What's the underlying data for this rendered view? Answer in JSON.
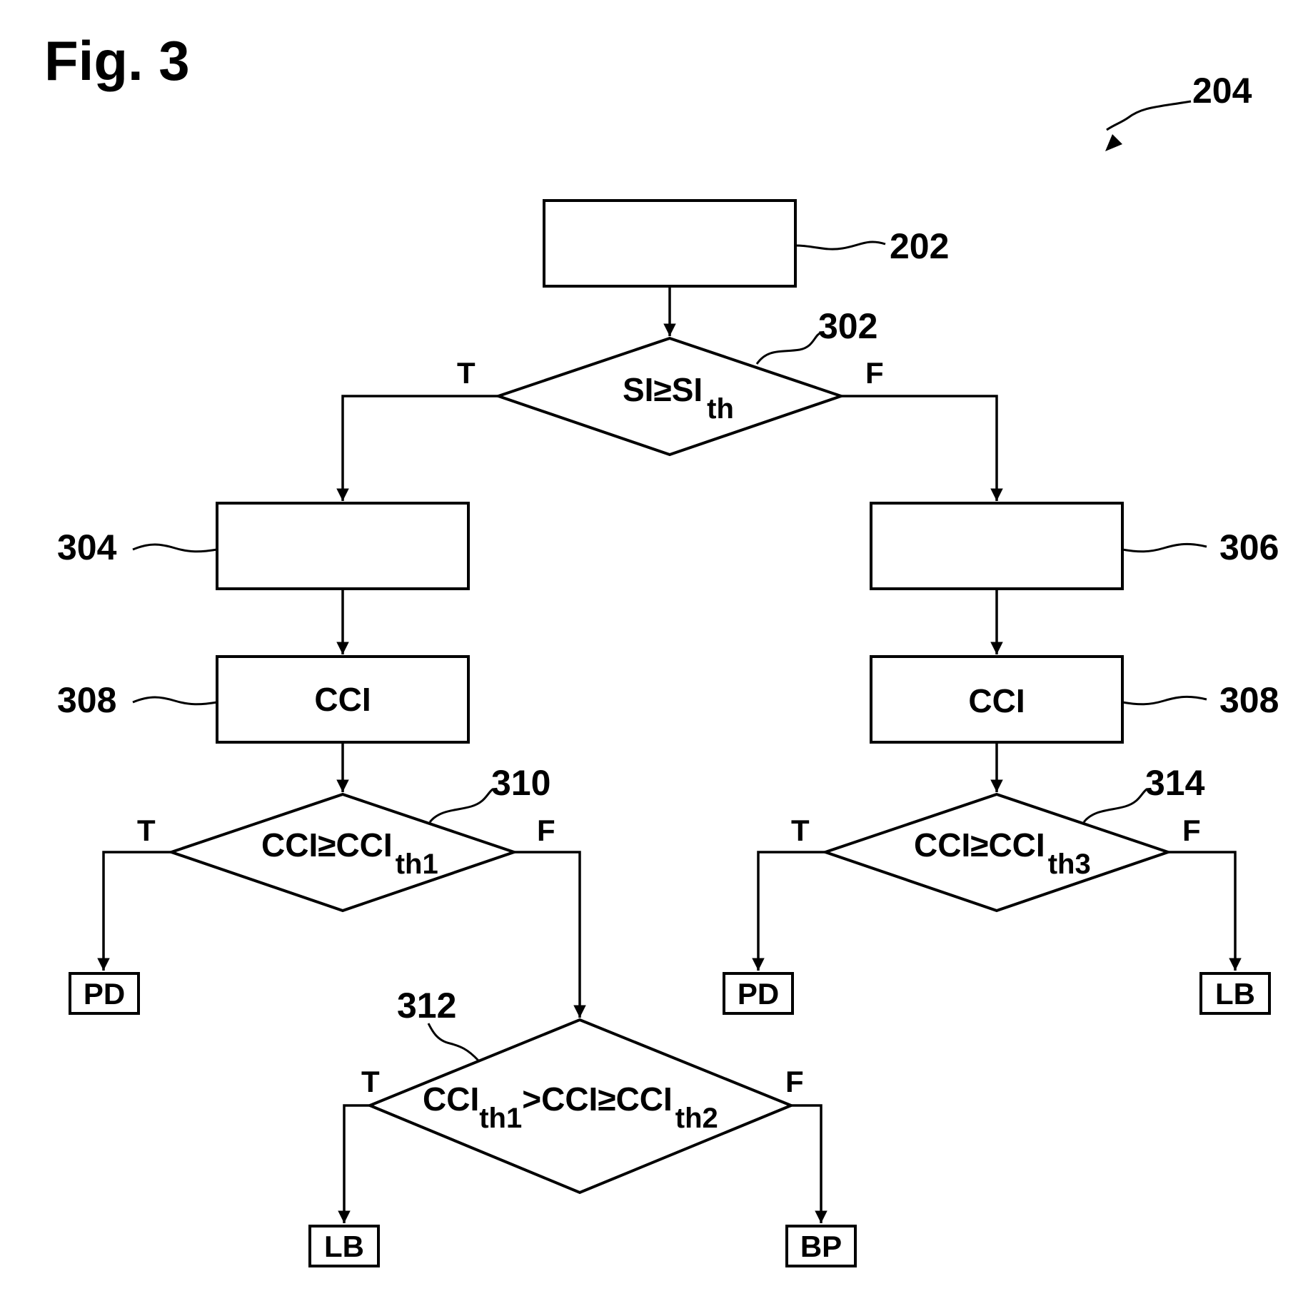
{
  "figure_title": "Fig. 3",
  "refs": {
    "r204": "204",
    "r202": "202",
    "r302": "302",
    "r304": "304",
    "r306": "306",
    "r308_left": "308",
    "r308_right": "308",
    "r310": "310",
    "r312": "312",
    "r314": "314"
  },
  "decisions": {
    "d302": {
      "main": "SI≥SI",
      "sub": "th",
      "true_label": "T",
      "false_label": "F"
    },
    "d310": {
      "main": "CCI≥CCI",
      "sub": "th1",
      "true_label": "T",
      "false_label": "F"
    },
    "d314": {
      "main": "CCI≥CCI",
      "sub": "th3",
      "true_label": "T",
      "false_label": "F"
    },
    "d312": {
      "main_a": "CCI",
      "sub_a": "th1",
      "main_b": ">CCI≥CCI",
      "sub_b": "th2",
      "true_label": "T",
      "false_label": "F"
    }
  },
  "boxes": {
    "b308_left": "CCI",
    "b308_right": "CCI"
  },
  "terminals": {
    "pd_left": "PD",
    "pd_right": "PD",
    "lb_right": "LB",
    "lb_bottom": "LB",
    "bp_bottom": "BP"
  }
}
